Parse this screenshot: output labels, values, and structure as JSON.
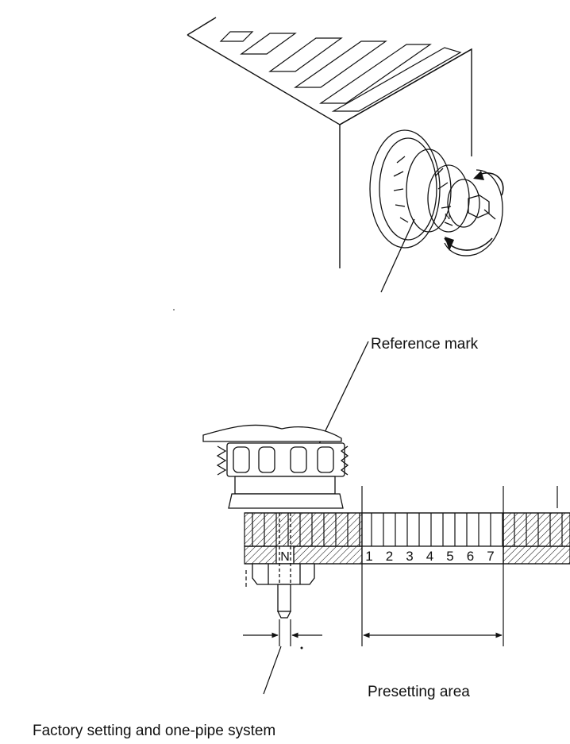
{
  "labels": {
    "reference_mark": "Reference mark",
    "presetting_area": "Presetting area",
    "caption": "Factory setting and one-pipe system"
  },
  "scale": {
    "n_mark": "N",
    "numbers": [
      "1",
      "2",
      "3",
      "4",
      "5",
      "6",
      "7"
    ]
  },
  "colors": {
    "line": "#111111",
    "background": "#ffffff"
  }
}
